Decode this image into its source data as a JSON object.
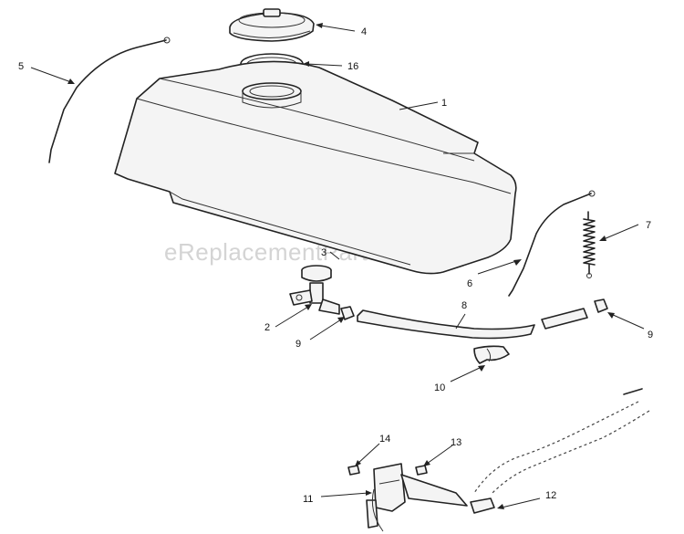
{
  "watermark": "eReplacementParts.com",
  "callouts": [
    "1",
    "2",
    "3",
    "4",
    "5",
    "6",
    "7",
    "8",
    "9",
    "9",
    "10",
    "11",
    "12",
    "13",
    "14",
    "16"
  ]
}
